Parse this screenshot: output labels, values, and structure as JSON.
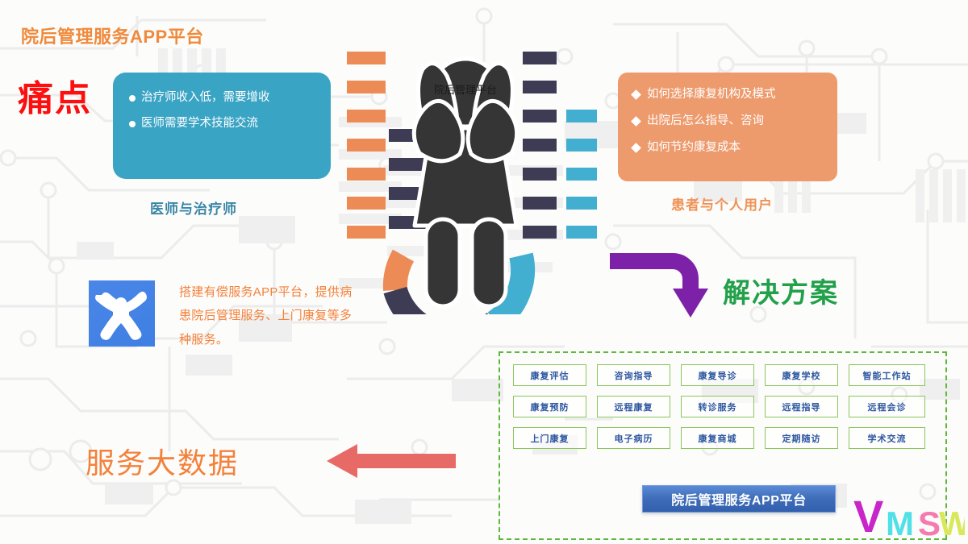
{
  "slide": {
    "title": "院后管理服务APP平台",
    "painpoint_label": "痛点",
    "solution_label": "解决方案",
    "bigdata_label": "服务大数据"
  },
  "pain_card_left": {
    "accent": "#3aa4c4",
    "bullets": [
      "治疗师收入低，需要增收",
      "医师需要学术技能交流"
    ],
    "caption": "医师与治疗师"
  },
  "pain_card_right": {
    "accent": "#ed9a6c",
    "bullets": [
      "如何选择康复机构及模式",
      "出院后怎么指导、咨询",
      "如何节约康复成本"
    ],
    "caption": "患者与个人用户"
  },
  "app": {
    "description": "搭建有偿服务APP平台，提供病患院后管理服务、上门康复等多种服务。",
    "icon_color": "#4a86e8"
  },
  "solution_panel": {
    "border_color": "#5fb83d",
    "rows": [
      [
        "康复评估",
        "咨询指导",
        "康复导诊",
        "康复学校",
        "智能工作站"
      ],
      [
        "康复预防",
        "远程康复",
        "转诊服务",
        "远程指导",
        "远程会诊"
      ],
      [
        "上门康复",
        "电子病历",
        "康复商城",
        "定期随访",
        "学术交流"
      ]
    ],
    "banner": "院后管理服务APP平台"
  },
  "colors": {
    "title_orange": "#f08a3c",
    "pain_red": "#fb0f0f",
    "solution_green": "#22a04a",
    "bigdata_orange": "#f4813a",
    "purple_arrow": "#7d22a8",
    "red_arrow": "#e86a67",
    "chart_orange": "#ec8b55",
    "chart_navy": "#3e3b55",
    "chart_cyan": "#42aed0",
    "figure_dark": "#353535",
    "banner_blue": "#3e6cb8"
  }
}
